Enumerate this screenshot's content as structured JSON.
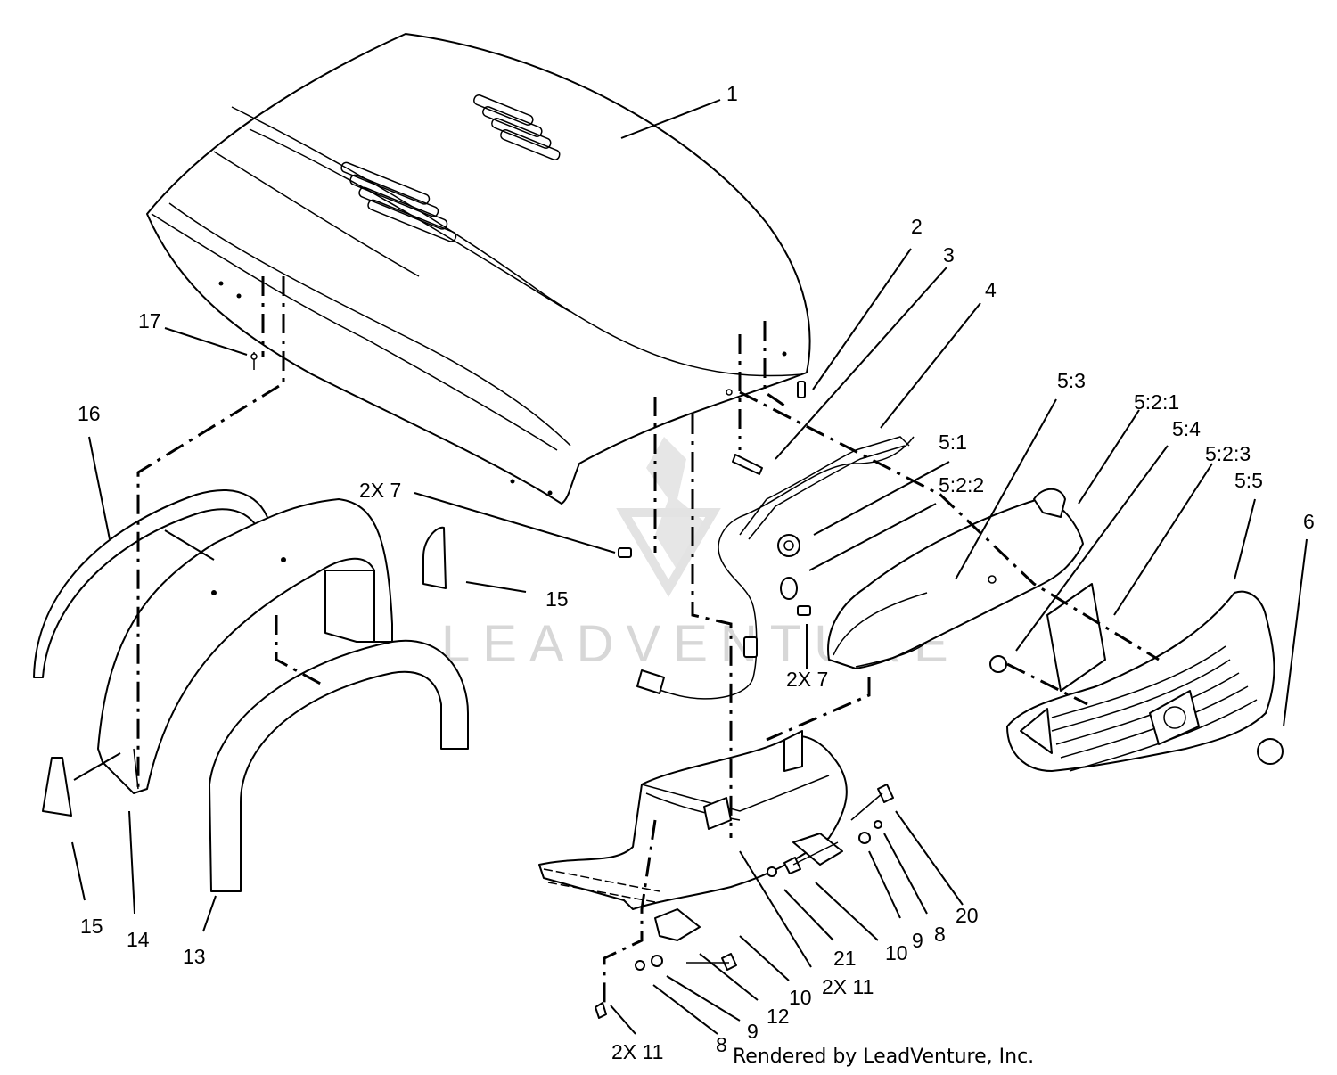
{
  "watermark": "LEADVENTURE",
  "footer": "Rendered by LeadVenture, Inc.",
  "labels": {
    "l1": "1",
    "l2": "2",
    "l3": "3",
    "l4": "4",
    "l5_1": "5:1",
    "l5_2_1": "5:2:1",
    "l5_2_2": "5:2:2",
    "l5_2_3": "5:2:3",
    "l5_3": "5:3",
    "l5_4": "5:4",
    "l5_5": "5:5",
    "l6": "6",
    "l7a": "2X 7",
    "l7b": "2X 7",
    "l8a": "8",
    "l8b": "8",
    "l9a": "9",
    "l9b": "9",
    "l10a": "10",
    "l10b": "10",
    "l11a": "2X 11",
    "l11b": "2X 11",
    "l12": "12",
    "l13": "13",
    "l14": "14",
    "l15a": "15",
    "l15b": "15",
    "l16": "16",
    "l17": "17",
    "l20": "20",
    "l21": "21"
  }
}
